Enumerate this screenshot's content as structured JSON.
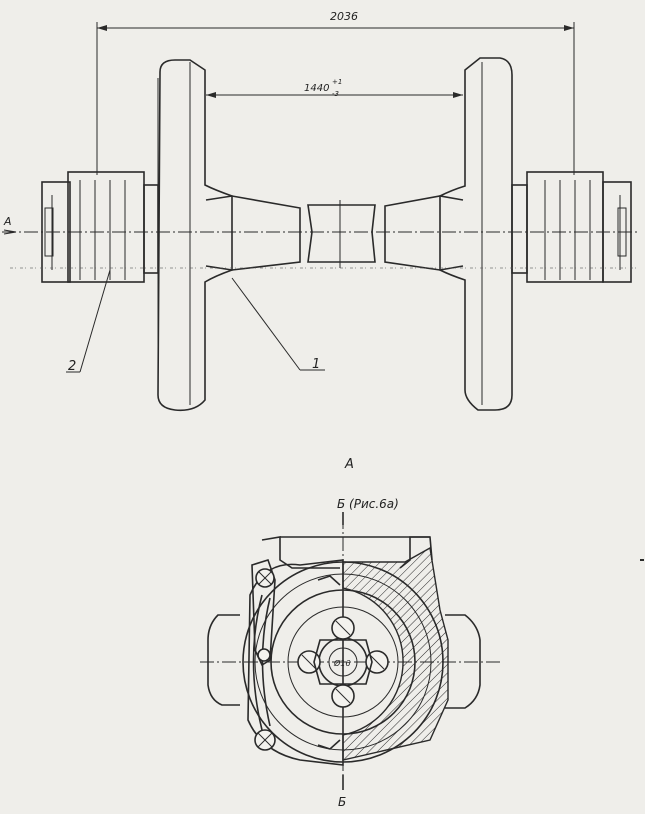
{
  "labels": {
    "dim_overall": "2036",
    "dim_inner": "1440",
    "dim_inner_tol_upper": "+1",
    "dim_inner_tol_lower": "-3",
    "view_arrow": "A",
    "callout_1": "1",
    "callout_2": "2",
    "view_title": "А",
    "section_top": "Б (Рис.6а)",
    "section_bottom": "Б",
    "center_mark": "Ø16"
  },
  "colors": {
    "paper": "#efeeea",
    "ink": "#2a2a2a"
  }
}
